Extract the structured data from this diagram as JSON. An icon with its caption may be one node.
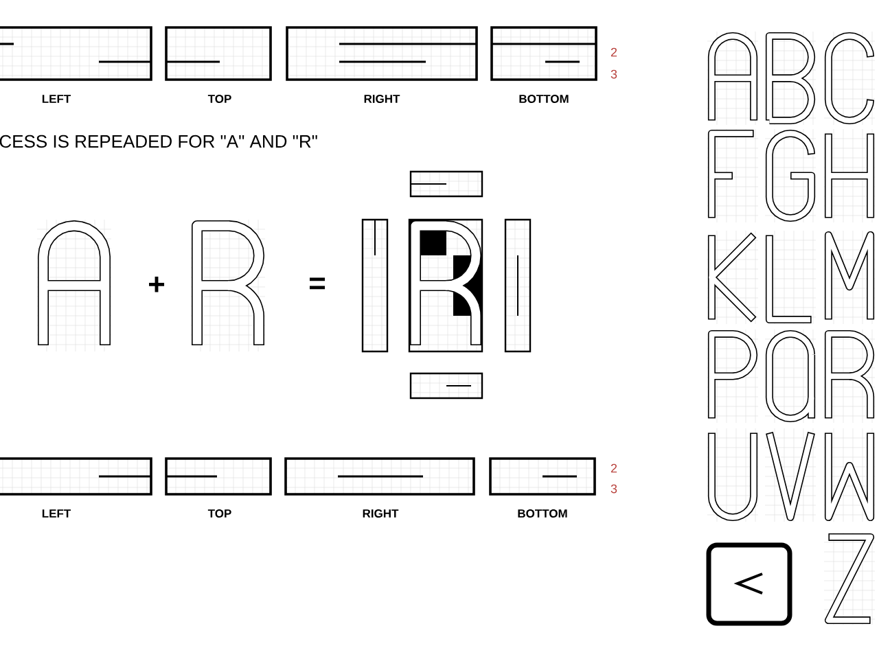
{
  "diagram": {
    "labels": [
      "LEFT",
      "TOP",
      "RIGHT",
      "BOTTOM",
      "2",
      "3",
      "CESS IS REPEADED FOR \"A\" AND \"R\"",
      "+",
      "=",
      "LEFT",
      "TOP",
      "RIGHT",
      "BOTTOM",
      "2",
      "3"
    ]
  }
}
